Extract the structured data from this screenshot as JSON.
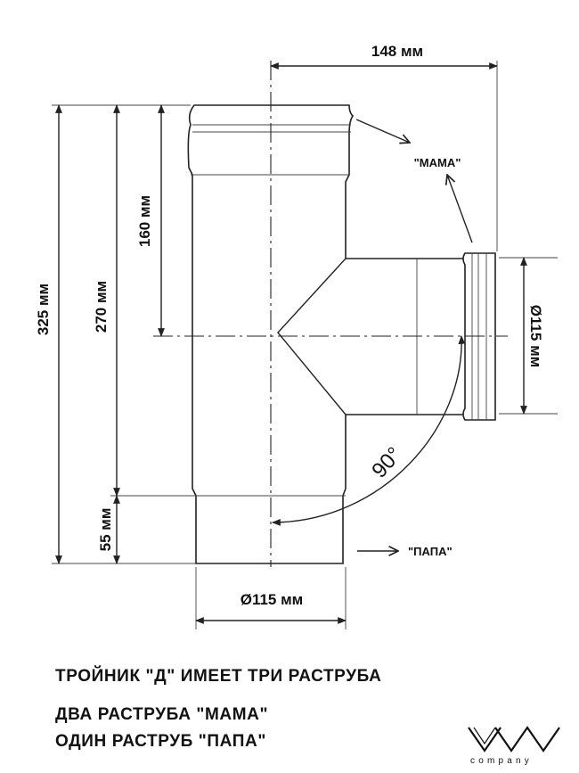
{
  "dimensions": {
    "top_width": "148 мм",
    "height_total": "325 мм",
    "height_270": "270 мм",
    "height_160": "160 мм",
    "height_55": "55 мм",
    "bottom_diameter": "Ø115 мм",
    "branch_diameter": "Ø115 мм"
  },
  "angle": "90°",
  "labels": {
    "mama": "\"МАМА\"",
    "papa": "\"ПАПА\""
  },
  "caption": {
    "line1": "ТРОЙНИК \"Д\" ИМЕЕТ ТРИ РАСТРУБА",
    "line2": "ДВА РАСТРУБА \"МАМА\"",
    "line3": "ОДИН РАСТРУБ \"ПАПА\""
  },
  "logo": {
    "mark": "VM",
    "subtitle": "company"
  }
}
